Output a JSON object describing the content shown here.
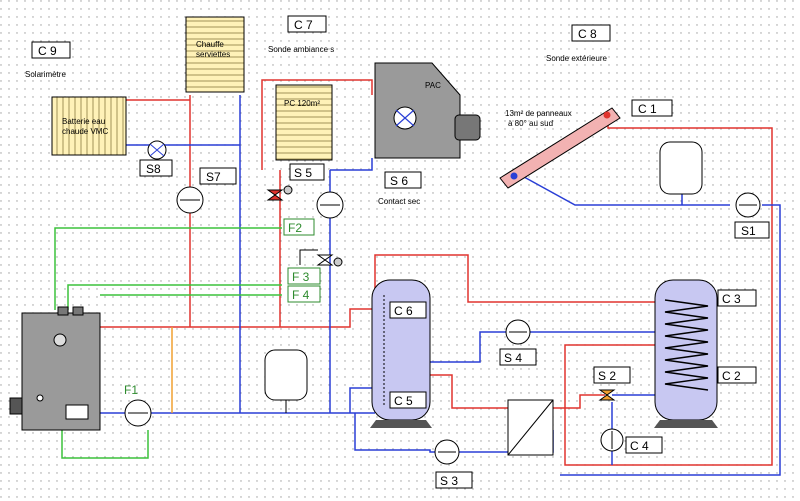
{
  "labels": {
    "c9": "C 9",
    "solarimetre": "Solarimètre",
    "c7": "C 7",
    "sonde_ambiance": "Sonde ambiance s",
    "c8": "C 8",
    "sonde_exterieure": "Sonde extérieure",
    "chauffe_serviettes_1": "Chauffe",
    "chauffe_serviettes_2": "serviettes",
    "batterie_1": "Batterie eau",
    "batterie_2": "chaude VMC",
    "pc_1": "PC 120m²",
    "pac": "PAC",
    "panneaux_1": "13m² de panneaux",
    "panneaux_2": "à 80° au sud",
    "c1": "C 1",
    "s8": "S8",
    "s7": "S7",
    "s5": "S 5",
    "s6": "S 6",
    "contact_sec": "Contact sec",
    "s1": "S1",
    "f2": "F2",
    "f3": "F 3",
    "f4": "F 4",
    "c6": "C 6",
    "c5": "C 5",
    "c3": "C 3",
    "c2": "C 2",
    "s4": "S 4",
    "s2": "S 2",
    "c4": "C 4",
    "s3": "S 3",
    "f1": "F1"
  },
  "colors": {
    "hot_pipe": "#e0342e",
    "cold_pipe": "#2a3fd6",
    "green_pipe": "#3cc23c",
    "orange_pipe": "#f0a030",
    "equipment_grey": "#9a9a9a",
    "tank_lavender": "#c8c8f2",
    "radiator_yellow": "#fff2b8",
    "label_green": "#2e8b2e"
  }
}
